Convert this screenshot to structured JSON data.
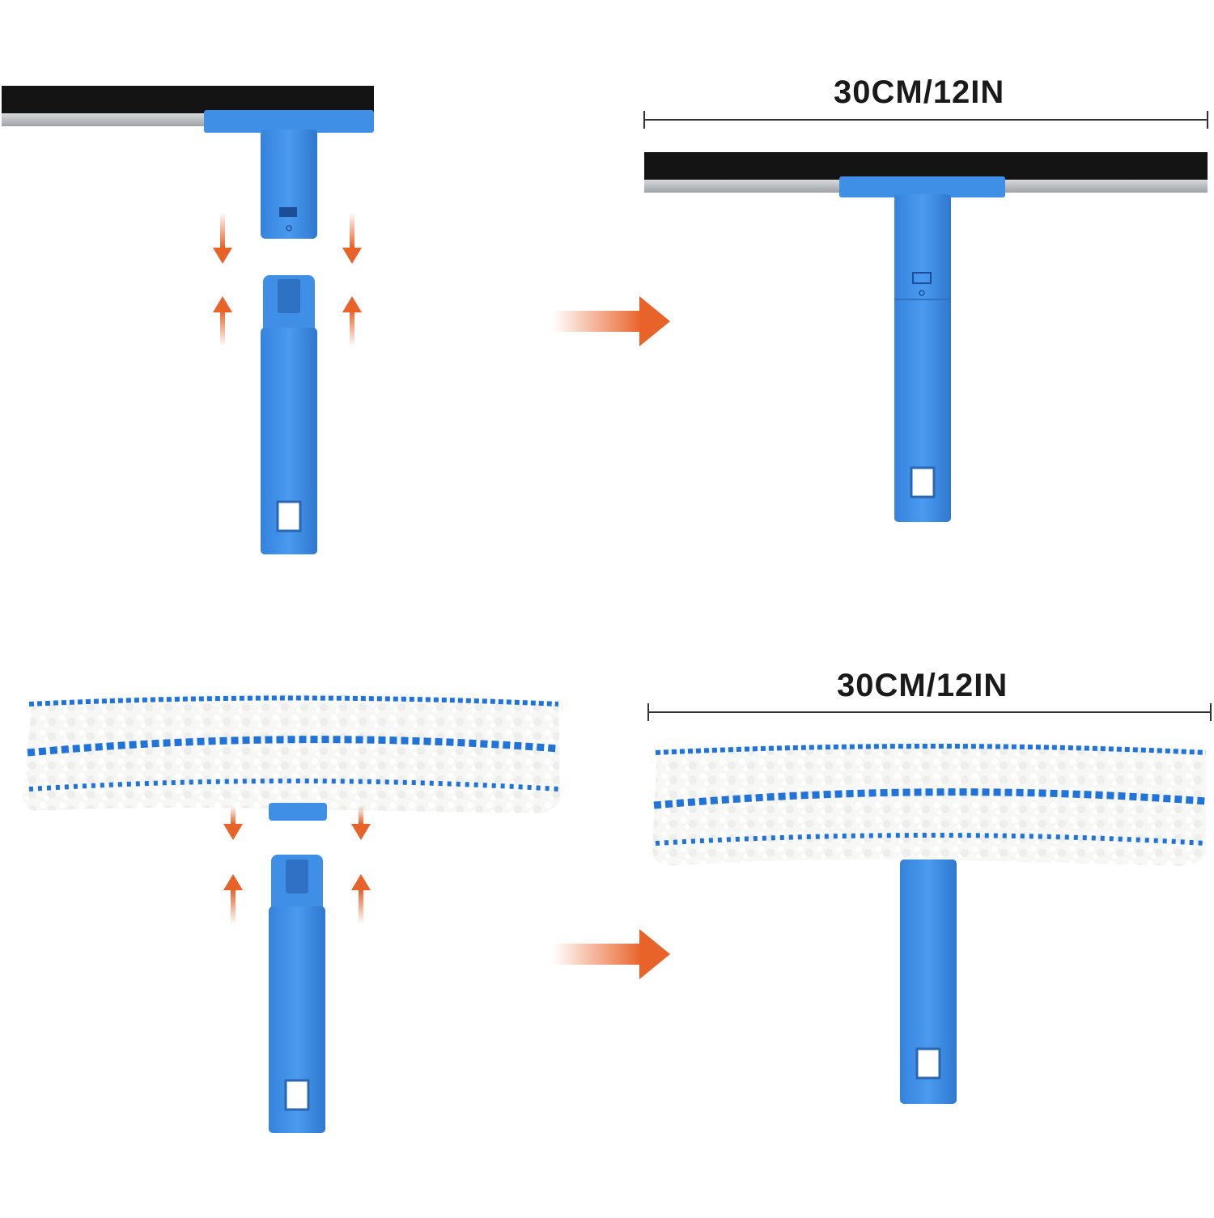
{
  "dimension_labels": {
    "top": "30CM/12IN",
    "bottom": "30CM/12IN"
  },
  "colors": {
    "handle_blue": "#3f8fe6",
    "handle_blue_dark": "#2f7ad4",
    "blade_black": "#141414",
    "blade_steel": "#b9bcc0",
    "arrow_orange": "#e8632a",
    "microfiber_white": "#f7f7f5",
    "microfiber_blue": "#1f73d9"
  },
  "icons": {
    "assembly_arrow": "orange-right-arrow",
    "insert_arrows": "orange-down-up-arrows"
  }
}
